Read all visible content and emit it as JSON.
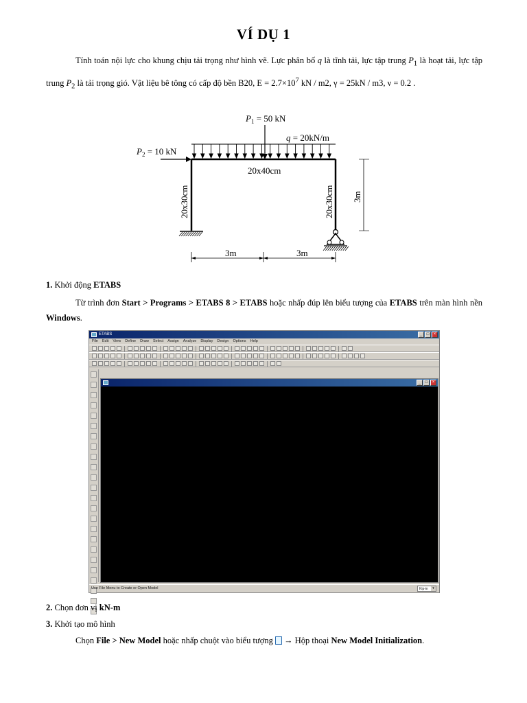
{
  "title": "VÍ DỤ 1",
  "intro": {
    "t1": "Tính toán nội lực cho khung chịu tải trọng như  hình vẽ. Lực phân bố ",
    "q": "q",
    "t2": " là tĩnh tải, lực tập trung ",
    "P1": "P",
    "P1_sub": "1",
    "t3": " là hoạt tải, lực tập trung ",
    "P2": "P",
    "P2_sub": "2",
    "t4": " là tải trọng gió. Vật liệu bê tông có cấp độ bền B20, ",
    "E": "E = 2.7×10",
    "E_exp": "7",
    "E_unit": " kN / m2, ",
    "gamma": "γ = 25kN / m3",
    "nu": ",  ν = 0.2 ."
  },
  "figure": {
    "p1_label": "P",
    "p1_sub": "1",
    "p1_value": " = 50 kN",
    "q_label": "q",
    "q_value": " = 20kN/m",
    "p2_label": "P",
    "p2_sub": "2",
    "p2_value": " = 10 kN",
    "beam_section": "20x40cm",
    "col_left_section": "20x30cm",
    "col_right_section": "20x30cm",
    "height_dim": "3m",
    "span_left": "3m",
    "span_right": "3m"
  },
  "step1": {
    "num": "1.",
    "label": "Khởi động ",
    "app": "ETABS",
    "t1": "Từ trình đơn ",
    "path": "Start > Programs > ETABS 8 > ETABS",
    "t2": " hoặc nhấp đúp lên biểu tượng của ",
    "app2": "ETABS",
    "t3": "trên màn hình nền ",
    "windows": "Windows",
    "t4": "."
  },
  "etabs_window": {
    "title": "ETABS",
    "menu": [
      "File",
      "Edit",
      "View",
      "Define",
      "Draw",
      "Select",
      "Assign",
      "Analyze",
      "Display",
      "Design",
      "Options",
      "Help"
    ],
    "status": "Use File Menu to Create or Open Model",
    "units": "Kip-in"
  },
  "step2": {
    "num": "2.",
    "label": "Chọn đơn vị ",
    "unit": "kN-m"
  },
  "step3": {
    "num": "3.",
    "label": "Khởi tạo mô hình",
    "t1": "Chọn ",
    "cmd": "File > New Model",
    "t2": " hoặc nhấp chuột vào biểu tượng ",
    "t3": " → Hộp thoại ",
    "dialog": "New Model Initialization",
    "t4": "."
  }
}
